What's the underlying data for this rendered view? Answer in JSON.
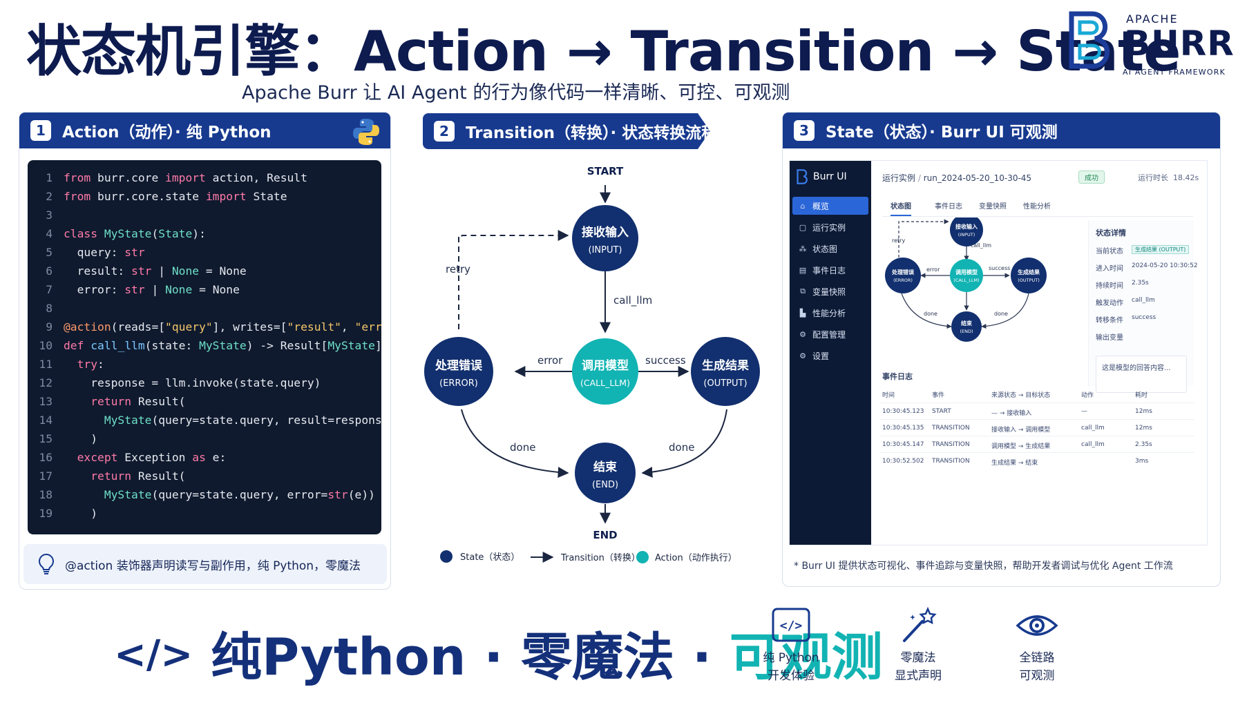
{
  "header": {
    "title": "状态机引擎：Action → Transition → State",
    "subtitle": "Apache Burr 让 AI Agent 的行为像代码一样清晰、可控、可观测",
    "logo": {
      "apache": "APACHE",
      "burr": "BURR",
      "framework": "AI AGENT FRAMEWORK"
    }
  },
  "panel1": {
    "num": "1",
    "title": "Action（动作）· 纯 Python",
    "code": [
      {
        "n": "1",
        "html": "<span class='kw'>from</span> burr.core <span class='kw'>import</span> action, Result"
      },
      {
        "n": "2",
        "html": "<span class='kw'>from</span> burr.core.state <span class='kw'>import</span> State"
      },
      {
        "n": "3",
        "html": ""
      },
      {
        "n": "4",
        "html": "<span class='kw'>class</span> <span class='ty'>MyState</span>(<span class='ty'>State</span>):"
      },
      {
        "n": "5",
        "html": "  query: <span class='kw'>str</span>"
      },
      {
        "n": "6",
        "html": "  result: <span class='kw'>str</span> | <span class='ty'>None</span> = None"
      },
      {
        "n": "7",
        "html": "  error: <span class='kw'>str</span> | <span class='ty'>None</span> = None"
      },
      {
        "n": "8",
        "html": ""
      },
      {
        "n": "9",
        "html": "<span class='dc'>@action</span>(reads=[<span class='st'>\"query\"</span>], writes=[<span class='st'>\"result\"</span>, <span class='st'>\"error\"</span>])"
      },
      {
        "n": "10",
        "html": "<span class='kw'>def</span> <span class='fn'>call_llm</span>(state: <span class='ty'>MyState</span>) -> Result[<span class='ty'>MyState</span>]:"
      },
      {
        "n": "11",
        "html": "  <span class='kw'>try</span>:"
      },
      {
        "n": "12",
        "html": "    response = llm.invoke(state.query)"
      },
      {
        "n": "13",
        "html": "    <span class='kw'>return</span> Result("
      },
      {
        "n": "14",
        "html": "      <span class='ty'>MyState</span>(query=state.query, result=response)"
      },
      {
        "n": "15",
        "html": "    )"
      },
      {
        "n": "16",
        "html": "  <span class='kw'>except</span> Exception <span class='kw'>as</span> e:"
      },
      {
        "n": "17",
        "html": "    <span class='kw'>return</span> Result("
      },
      {
        "n": "18",
        "html": "      <span class='ty'>MyState</span>(query=state.query, error=<span class='kw'>str</span>(e))"
      },
      {
        "n": "19",
        "html": "    )"
      }
    ],
    "tip": "@action 装饰器声明读写与副作用，纯 Python，零魔法"
  },
  "panel2": {
    "num": "2",
    "title": "Transition（转换）· 状态转换流程",
    "nodes": {
      "start": "START",
      "end_label": "END",
      "input": [
        "接收输入",
        "(INPUT)"
      ],
      "call": [
        "调用模型",
        "(CALL_LLM)"
      ],
      "error": [
        "处理错误",
        "(ERROR)"
      ],
      "output": [
        "生成结果",
        "(OUTPUT)"
      ],
      "end": [
        "结束",
        "(END)"
      ]
    },
    "edges": {
      "retry": "retry",
      "call_llm": "call_llm",
      "error": "error",
      "success": "success",
      "done_left": "done",
      "done_right": "done"
    },
    "legend": {
      "state": "State（状态）",
      "transition": "Transition（转换）",
      "action": "Action（动作执行）"
    }
  },
  "panel3": {
    "num": "3",
    "title": "State（状态）· Burr UI 可观测",
    "ui": {
      "brand": "Burr UI",
      "sidebar": [
        "概览",
        "运行实例",
        "状态图",
        "事件日志",
        "变量快照",
        "性能分析",
        "配置管理",
        "设置"
      ],
      "breadcrumb_root": "运行实例",
      "breadcrumb_sep": "/",
      "run_id": "run_2024-05-20_10-30-45",
      "status": "成功",
      "duration_label": "运行时长",
      "duration": "18.42s",
      "tabs": [
        "状态图",
        "事件日志",
        "变量快照",
        "性能分析"
      ],
      "mini": {
        "input": [
          "接收输入",
          "(INPUT)"
        ],
        "call": [
          "调用模型",
          "(CALL_LLM)"
        ],
        "error": [
          "处理错误",
          "(ERROR)"
        ],
        "output": [
          "生成结果",
          "(OUTPUT)"
        ],
        "end": [
          "结束",
          "(END)"
        ],
        "retry": "retry",
        "call_llm": "call_llm",
        "err": "error",
        "success": "success",
        "done1": "done",
        "done2": "done"
      },
      "details": {
        "title": "状态详情",
        "rows": [
          {
            "k": "当前状态",
            "v": "生成结果 (OUTPUT)"
          },
          {
            "k": "进入时间",
            "v": "2024-05-20 10:30:52"
          },
          {
            "k": "持续时间",
            "v": "2.35s"
          },
          {
            "k": "触发动作",
            "v": "call_llm"
          },
          {
            "k": "转移条件",
            "v": "success"
          },
          {
            "k": "输出变量",
            "v": ""
          }
        ],
        "output_box": "这是模型的回答内容..."
      },
      "log": {
        "title": "事件日志",
        "headers": [
          "时间",
          "事件",
          "来源状态 → 目标状态",
          "动作",
          "耗时"
        ],
        "rows": [
          [
            "10:30:45.123",
            "START",
            "— → 接收输入",
            "—",
            "12ms"
          ],
          [
            "10:30:45.135",
            "TRANSITION",
            "接收输入 → 调用模型",
            "call_llm",
            "12ms"
          ],
          [
            "10:30:45.147",
            "TRANSITION",
            "调用模型 → 生成结果",
            "call_llm",
            "2.35s"
          ],
          [
            "10:30:52.502",
            "TRANSITION",
            "生成结果 → 结束",
            "",
            "3ms"
          ]
        ]
      }
    },
    "note": "* Burr UI 提供状态可视化、事件追踪与变量快照，帮助开发者调试与优化 Agent 工作流"
  },
  "footer": {
    "slogan_a": "纯Python · 零魔法 · ",
    "slogan_b": "可观测",
    "features": [
      {
        "l1": "纯 Python",
        "l2": "开发体验"
      },
      {
        "l1": "零魔法",
        "l2": "显式声明"
      },
      {
        "l1": "全链路",
        "l2": "可观测"
      }
    ]
  },
  "colors": {
    "navy": "#173a8f",
    "dark_node": "#12306f",
    "teal": "#12b3b3",
    "code_bg": "#0f1a2e"
  }
}
